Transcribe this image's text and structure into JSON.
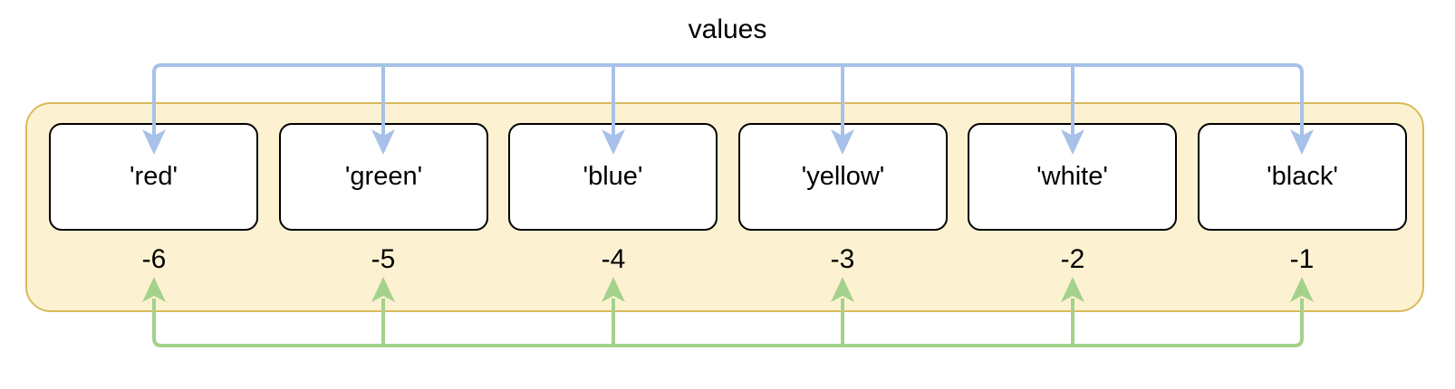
{
  "diagram": {
    "title": "values",
    "cells": [
      {
        "value": "'red'",
        "index": "-6"
      },
      {
        "value": "'green'",
        "index": "-5"
      },
      {
        "value": "'blue'",
        "index": "-4"
      },
      {
        "value": "'yellow'",
        "index": "-3"
      },
      {
        "value": "'white'",
        "index": "-2"
      },
      {
        "value": "'black'",
        "index": "-1"
      }
    ],
    "colors": {
      "container_fill": "#fcf2d1",
      "container_border": "#d9b95c",
      "cell_fill": "#ffffff",
      "cell_border": "#000000",
      "values_arrows": "#a7c1e8",
      "index_arrows": "#a4d28d",
      "text": "#000000"
    }
  }
}
